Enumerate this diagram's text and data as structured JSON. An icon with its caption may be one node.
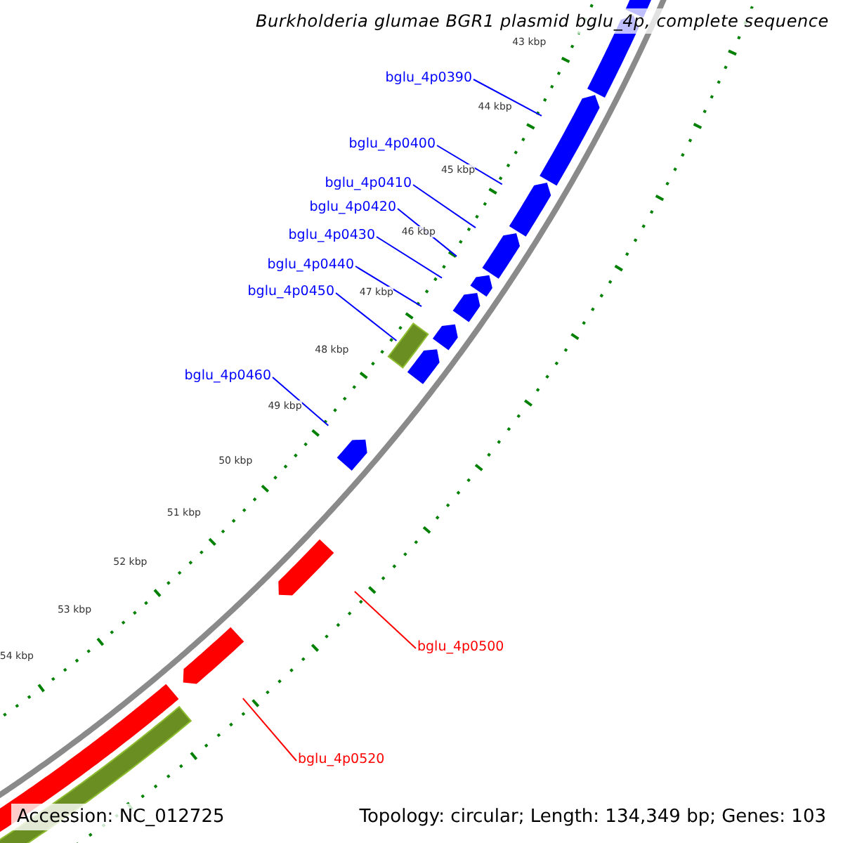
{
  "diagram": {
    "title": "Burkholderia glumae BGR1 plasmid bglu_4p, complete sequence",
    "nodes": [
      {
        "text": [
          "bglu_4p0390"
        ]
      },
      {
        "text": [
          "bglu_4p0400"
        ]
      },
      {
        "text": [
          "bglu_4p0410"
        ]
      },
      {
        "text": [
          "bglu_4p0420"
        ]
      },
      {
        "text": [
          "bglu_4p0430"
        ]
      },
      {
        "text": [
          "bglu_4p0440"
        ]
      },
      {
        "text": [
          "bglu_4p0450"
        ]
      },
      {
        "text": [
          "bglu_4p0460"
        ]
      },
      {
        "text": [
          "bglu_4p0500"
        ]
      },
      {
        "text": [
          "bglu_4p0520"
        ]
      }
    ],
    "edges": [
      {
        "from": 0,
        "to": null,
        "arrow": "none"
      },
      {
        "from": 1,
        "to": null,
        "arrow": "none"
      },
      {
        "from": 2,
        "to": null,
        "arrow": "none"
      },
      {
        "from": 3,
        "to": null,
        "arrow": "none"
      },
      {
        "from": 4,
        "to": null,
        "arrow": "none"
      },
      {
        "from": 5,
        "to": null,
        "arrow": "none"
      },
      {
        "from": 6,
        "to": null,
        "arrow": "none"
      },
      {
        "from": 7,
        "to": null,
        "arrow": "none"
      },
      {
        "from": 8,
        "to": null,
        "arrow": "none",
        "color": "#ff0000"
      },
      {
        "from": 9,
        "to": null,
        "arrow": "none",
        "color": "#ff0000"
      }
    ],
    "labels": [
      "43 kbp",
      "44 kbp",
      "45 kbp",
      "46 kbp",
      "47 kbp",
      "48 kbp",
      "49 kbp",
      "50 kbp",
      "51 kbp",
      "52 kbp",
      "53 kbp",
      "54 kbp",
      "Accession: NC_012725",
      "Topology: circular; Length: 134,349 bp; Genes: 103"
    ]
  }
}
